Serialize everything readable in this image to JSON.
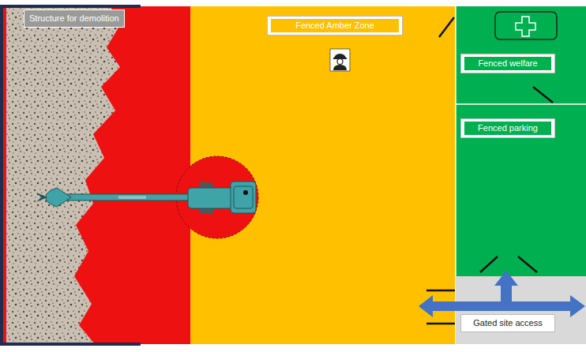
{
  "diagram": {
    "nodes": [
      {
        "text": [
          "Structure for demolition"
        ]
      },
      {
        "text": [
          "Fenced Amber Zone"
        ]
      },
      {
        "text": [
          "Fenced welfare"
        ]
      },
      {
        "text": [
          "Fenced parking"
        ]
      },
      {
        "text": [
          "Gated site access"
        ]
      }
    ]
  }
}
